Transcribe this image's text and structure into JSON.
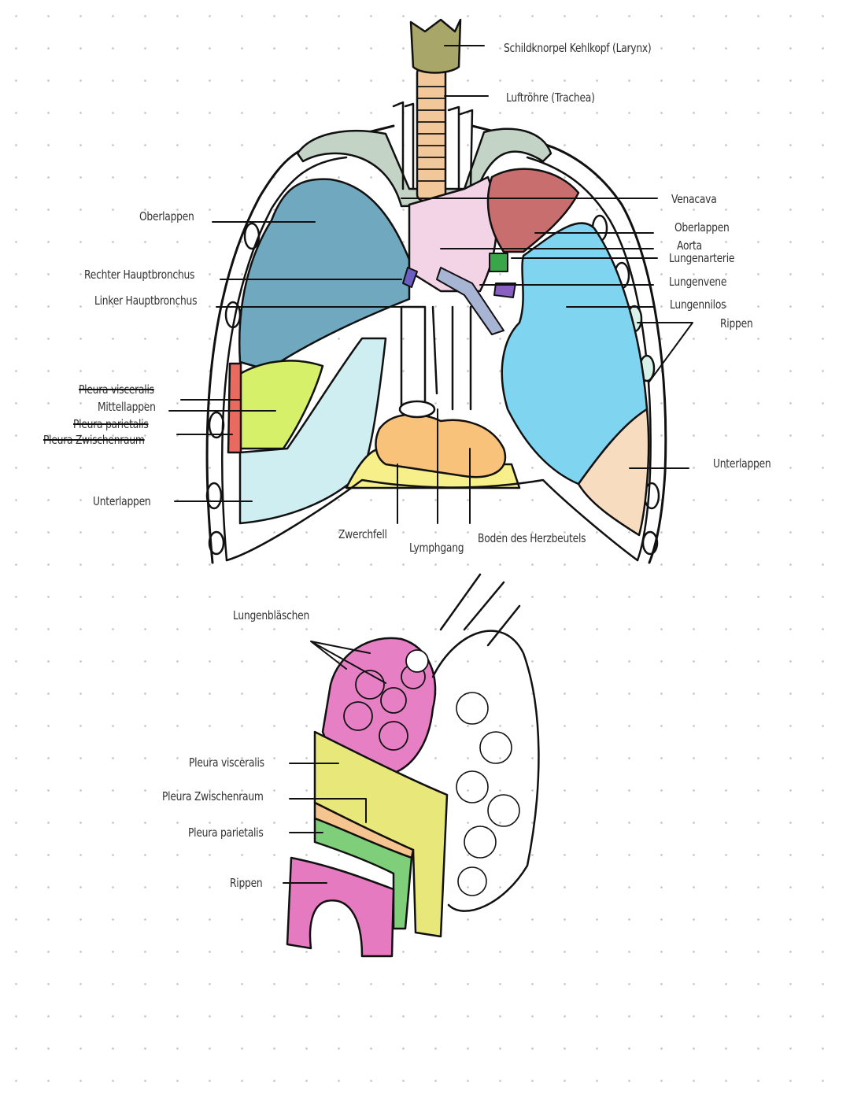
{
  "diagram": {
    "top": {
      "labels": {
        "larynx": "Schildknorpel Kehlkopf (Larynx)",
        "trachea": "Luftröhre (Trachea)",
        "oberlappen_right": "Oberlappen",
        "rechter_hauptbronchus": "Rechter Hauptbronchus",
        "linker_hauptbronchus": "Linker Hauptbronchus",
        "pleura_visceralis": "Pleura visceralis",
        "mittellappen": "Mittellappen",
        "pleura_parietalis": "Pleura parietalis",
        "pleura_zwischenraum": "Pleura Zwischenraum",
        "unterlappen_right": "Unterlappen",
        "zwerchfell": "Zwerchfell",
        "lymphgang": "Lymphgang",
        "boden_herzbeutel": "Boden des Herzbeutels",
        "venacava": "Venacava",
        "oberlappen_left": "Oberlappen",
        "aorta": "Aorta",
        "lungenarterie": "Lungenarterie",
        "lungenvene": "Lungenvene",
        "lungennilos": "Lungennilos",
        "rippen": "Rippen",
        "unterlappen_left": "Unterlappen"
      }
    },
    "bottom": {
      "labels": {
        "lungenblaschen": "Lungenbläschen",
        "pleura_visceralis": "Pleura visceralis",
        "pleura_zwischenraum": "Pleura Zwischenraum",
        "pleura_parietalis": "Pleura parietalis",
        "rippen": "Rippen"
      }
    },
    "colors": {
      "larynx": "#a9a66a",
      "trachea": "#f2c89a",
      "clavicle": "#c3d3c6",
      "right_upper": "#6fa8bf",
      "middle_lobe": "#d6f06a",
      "right_lower": "#cfeef2",
      "left_upper": "#c86e6e",
      "left_lung": "#7fd4f0",
      "left_lower": "#f8dcc0",
      "mediastinum": "#f3d4e6",
      "heart_base": "#f8c27a",
      "diaphragm": "#f7f08a",
      "alveoli": "#e77fc4",
      "pleura_yellow": "#e8e77a",
      "pleura_green": "#7fcf7a",
      "pleura_orange": "#f6c48e",
      "rib": "#e57ac0"
    }
  }
}
